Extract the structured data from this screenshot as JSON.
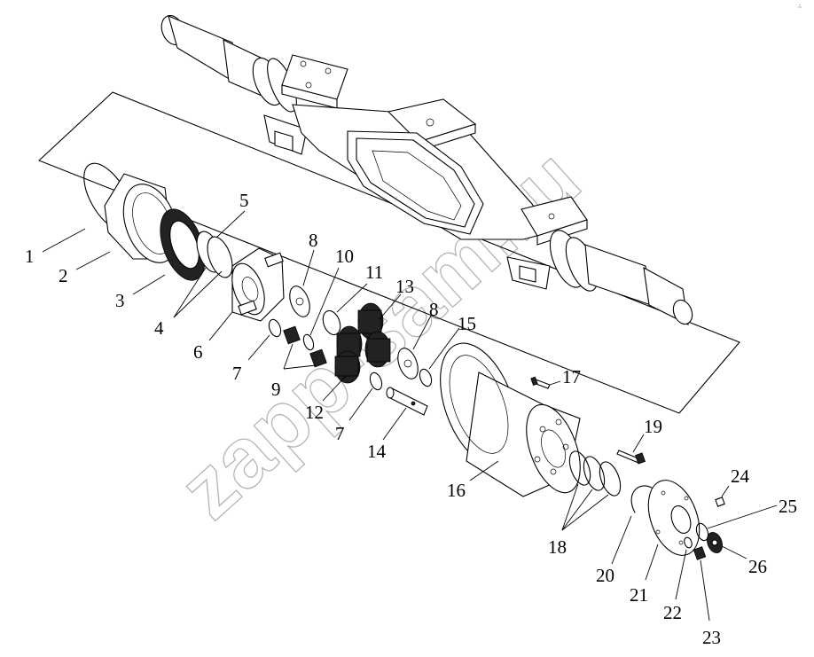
{
  "watermark": "zapp-sam.ru",
  "corner_mark": "∴",
  "callouts": [
    "1",
    "2",
    "3",
    "4",
    "5",
    "6",
    "7",
    "8",
    "9",
    "10",
    "11",
    "12",
    "13",
    "8",
    "15",
    "7",
    "14",
    "17",
    "16",
    "19",
    "18",
    "20",
    "21",
    "22",
    "23",
    "24",
    "25",
    "26"
  ]
}
